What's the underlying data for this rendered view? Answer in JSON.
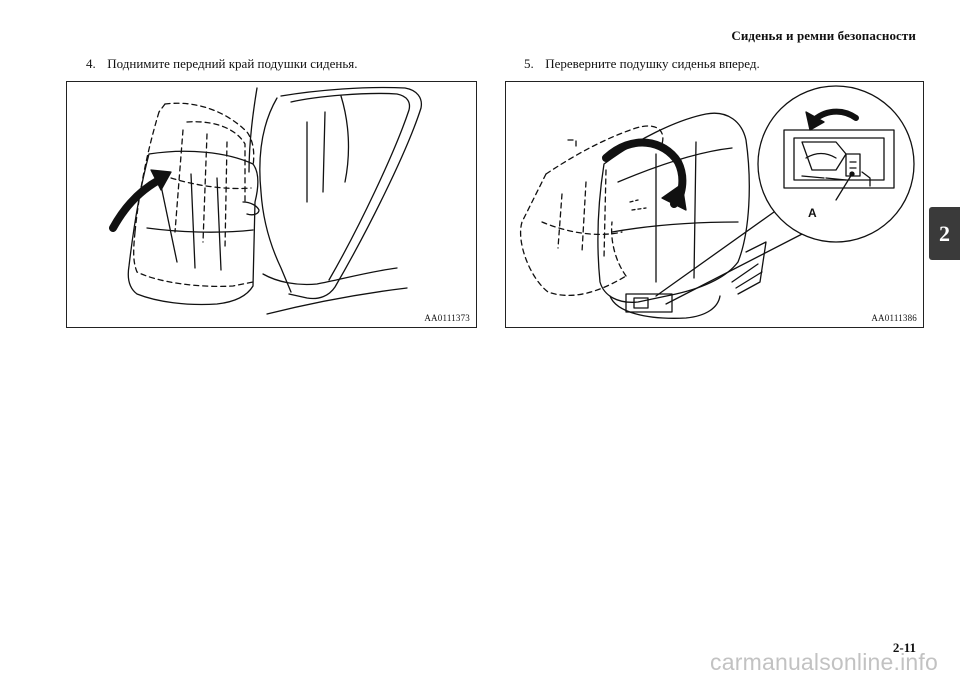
{
  "header": {
    "title": "Сиденья и ремни безопасности"
  },
  "steps": [
    {
      "number": "4.",
      "text": "Поднимите передний край подушки сиденья.",
      "figure_code": "AA0111373"
    },
    {
      "number": "5.",
      "text": "Переверните подушку сиденья вперед.",
      "figure_code": "AA0111386",
      "callout_label": "A"
    }
  ],
  "chapter_tab": "2",
  "page_number": "2-11",
  "watermark": "carmanualsonline.info",
  "icons": {
    "left_figure": "seat-cushion-lift-illustration",
    "right_figure": "seat-cushion-flip-illustration"
  }
}
